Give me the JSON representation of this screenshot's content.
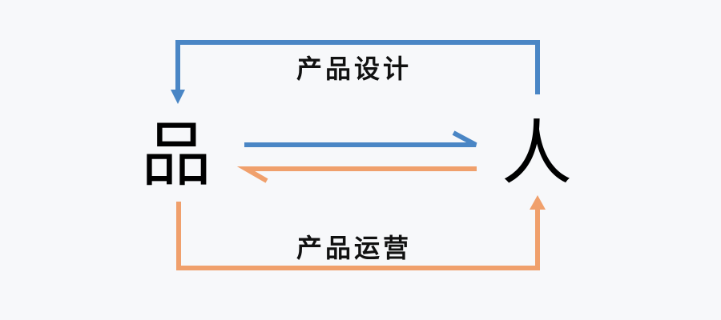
{
  "nodes": {
    "product": "品",
    "person": "人"
  },
  "labels": {
    "top": "产品设计",
    "bottom": "产品运营"
  },
  "colors": {
    "design": "#4a86c5",
    "operation": "#f0a06c",
    "background": "#f7f8fa"
  }
}
